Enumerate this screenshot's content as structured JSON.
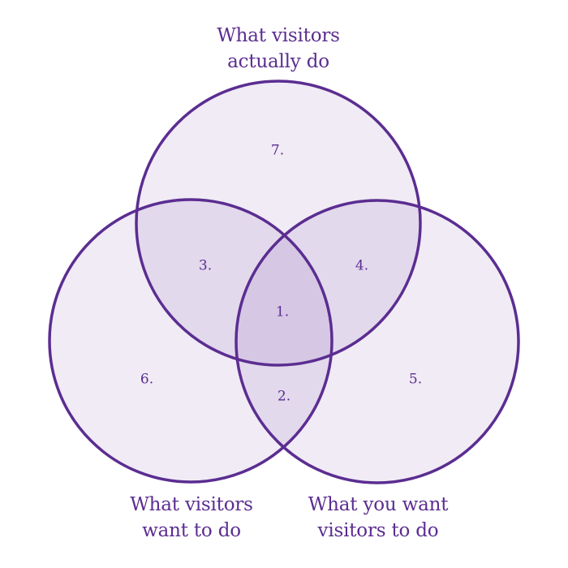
{
  "sets": {
    "top": {
      "line1": "What visitors",
      "line2": "actually do"
    },
    "left": {
      "line1": "What visitors",
      "line2": "want to do"
    },
    "right": {
      "line1": "What you want",
      "line2": "visitors to do"
    }
  },
  "regions": {
    "center": "1.",
    "left_right": "2.",
    "top_left": "3.",
    "top_right": "4.",
    "right_only": "5.",
    "left_only": "6.",
    "top_only": "7."
  },
  "colors": {
    "accent": "#5b2d91",
    "fill": "#6a3d9a"
  }
}
